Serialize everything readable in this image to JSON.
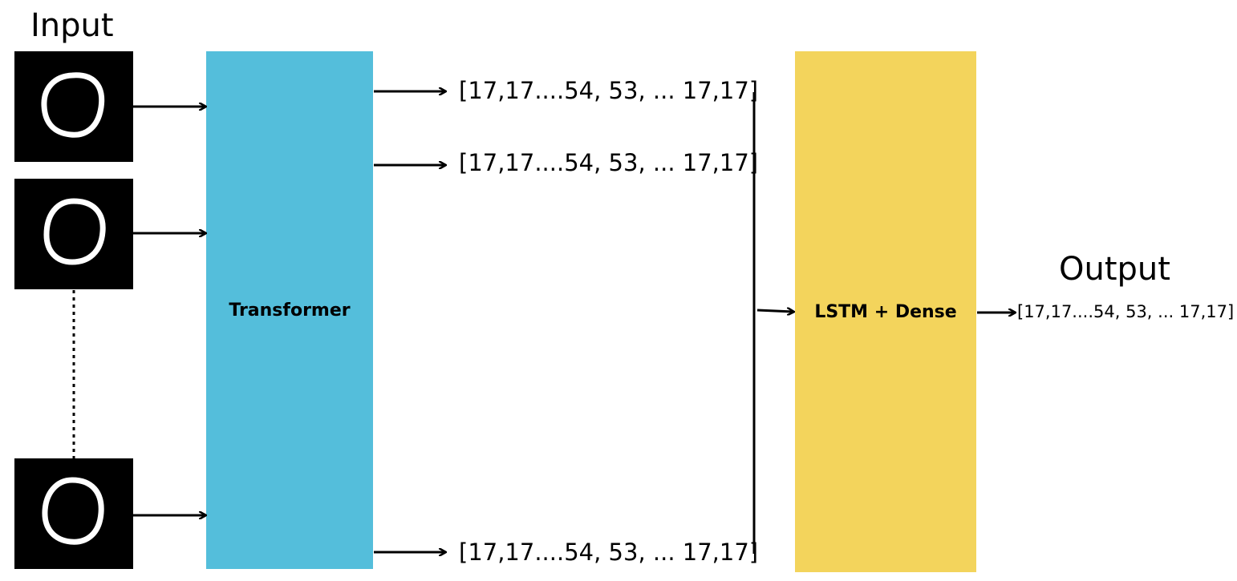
{
  "input_title": "Input",
  "output_title": "Output",
  "encoder": {
    "label": "Transformer",
    "color": "#54bedb"
  },
  "decoder": {
    "label": "LSTM + Dense",
    "color": "#f3d45c"
  },
  "sequences": [
    "[17,17....54, 53, ... 17,17]",
    "[17,17....54, 53, ... 17,17]",
    "[17,17....54, 53, ... 17,17]"
  ],
  "output_sequence": "[17,17....54, 53, ... 17,17]",
  "icons": {
    "input_image": "digit-zero-image"
  }
}
